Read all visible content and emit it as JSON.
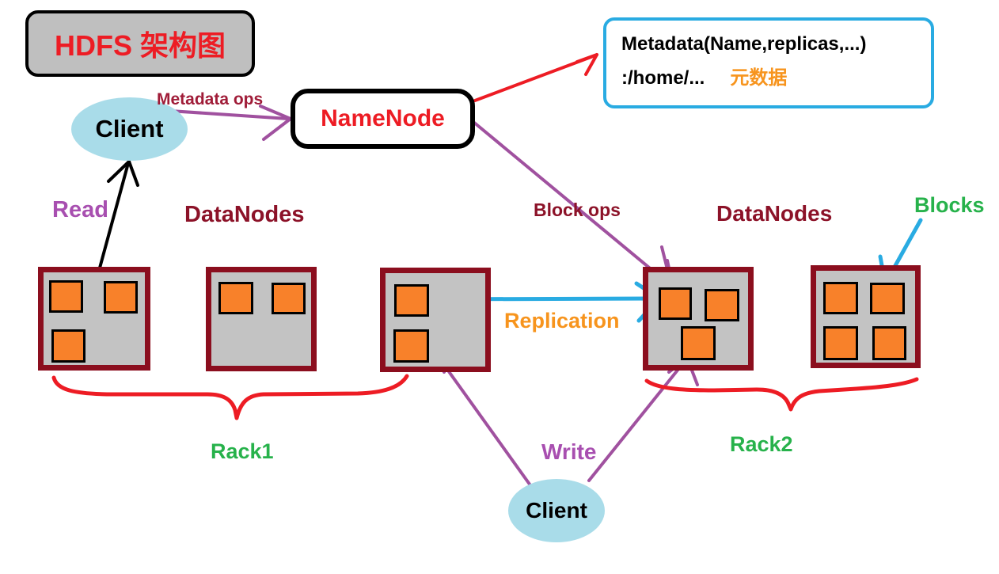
{
  "title": "HDFS  架构图",
  "namenode": {
    "label": "NameNode"
  },
  "clients": {
    "top": "Client",
    "bottom": "Client"
  },
  "metadata_note": {
    "line1": "Metadata(Name,replicas,...)",
    "line2_prefix": ":/home/...",
    "line2_highlight": "元数据"
  },
  "edge_labels": {
    "metadata_ops": "Metadata ops",
    "block_ops": "Block ops",
    "read": "Read",
    "write": "Write",
    "replication": "Replication",
    "blocks": "Blocks"
  },
  "group_labels": {
    "datanodes_left": "DataNodes",
    "datanodes_right": "DataNodes",
    "rack1": "Rack1",
    "rack2": "Rack2"
  },
  "datanodes": [
    {
      "rack": "Rack1",
      "blocks": 3
    },
    {
      "rack": "Rack1",
      "blocks": 2
    },
    {
      "rack": "Rack1",
      "blocks": 2
    },
    {
      "rack": "Rack2",
      "blocks": 3
    },
    {
      "rack": "Rack2",
      "blocks": 4
    }
  ],
  "colors": {
    "title_text": "#ED1C24",
    "title_fill": "#BFBFBF",
    "namenode_text": "#ED1C24",
    "metadata_border": "#29ABE2",
    "metadata_highlight": "#F7941D",
    "client_fill": "#A9DCE9",
    "datanode_fill": "#C3C3C3",
    "datanode_border": "#8B0E1E",
    "block_fill": "#F8812A",
    "maroon_label": "#8C1228",
    "purple_arrow": "#A0519F",
    "blue_arrow": "#29ABE2",
    "green_label": "#27B24B",
    "orange_label": "#F7941D",
    "red_brace": "#ED1C24"
  }
}
